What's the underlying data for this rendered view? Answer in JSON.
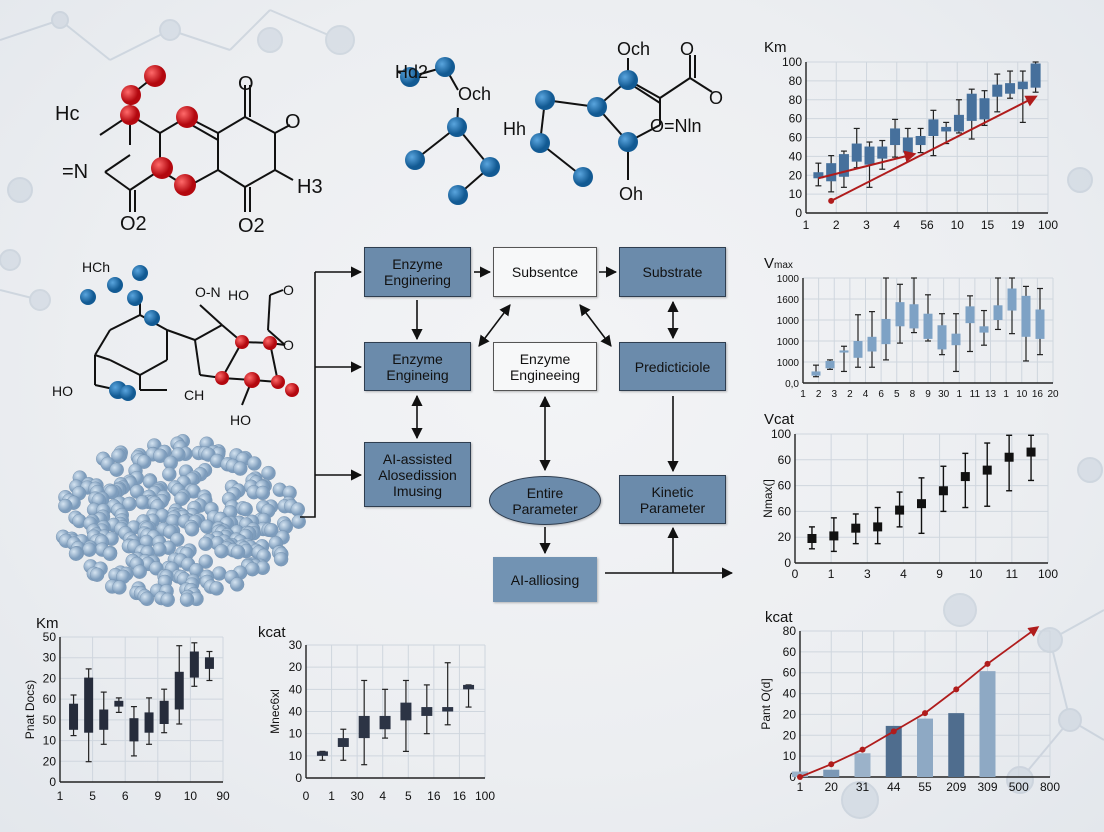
{
  "colors": {
    "dark_box": "#6b8bab",
    "light_box": "#f7f8f9",
    "atom_red": "#c8161c",
    "atom_blue": "#1f6aa5",
    "protein": "#9db8d2",
    "trend_red": "#b01c1c"
  },
  "molecules": {
    "m1": {
      "labels": [
        "Hc",
        "=N",
        "O2",
        "O",
        "O",
        "H3",
        "O2"
      ]
    },
    "m2": {
      "labels": [
        "Hd2",
        "Och"
      ]
    },
    "m3": {
      "labels": [
        "Och",
        "O",
        "O",
        "Hh",
        "O=Nln",
        "Oh"
      ]
    },
    "m4": {
      "labels": [
        "HCh",
        "O-N",
        "HO",
        "O",
        "O",
        "HO",
        "CH",
        "HO"
      ]
    }
  },
  "flowchart": {
    "b1": {
      "line1": "Enzyme",
      "line2": "Enginering"
    },
    "b2": {
      "line1": "Subsentce"
    },
    "b3": {
      "line1": "Substrate"
    },
    "b4": {
      "line1": "Enzyme",
      "line2": "Engineing"
    },
    "b5": {
      "line1": "Enzyme",
      "line2": "Engineeing"
    },
    "b6": {
      "line1": "Predicticiole"
    },
    "b7": {
      "line1": "AI-assisted",
      "line2": "Alosedission",
      "line3": "Imusing"
    },
    "b8": {
      "line1": "Entire",
      "line2": "Parameter"
    },
    "b9": {
      "line1": "Kinetic",
      "line2": "Parameter"
    },
    "b10": {
      "line1": "AI-alliosing"
    }
  },
  "chart_data": [
    {
      "id": "km_top",
      "type": "box",
      "title": "Km",
      "ylim": [
        0,
        100
      ],
      "yticks": [
        "0",
        "10",
        "20",
        "40",
        "60",
        "60",
        "80",
        "80",
        "100"
      ],
      "xticks": [
        "1",
        "2",
        "3",
        "4",
        "56",
        "10",
        "15",
        "19",
        "100"
      ],
      "color": "#46709c",
      "grid": true,
      "boxes": [
        [
          18,
          23,
          27,
          33
        ],
        [
          14,
          21,
          33,
          38
        ],
        [
          17,
          24,
          39,
          41
        ],
        [
          30,
          34,
          46,
          56
        ],
        [
          17,
          32,
          44,
          47
        ],
        [
          29,
          36,
          44,
          48
        ],
        [
          37,
          45,
          56,
          62
        ],
        [
          37,
          40,
          50,
          56
        ],
        [
          40,
          45,
          51,
          56
        ],
        [
          38,
          51,
          62,
          68
        ],
        [
          46,
          54,
          57,
          60
        ],
        [
          53,
          54,
          65,
          75
        ],
        [
          49,
          61,
          79,
          82
        ],
        [
          58,
          62,
          76,
          81
        ],
        [
          67,
          77,
          85,
          92
        ],
        [
          76,
          79,
          86,
          94
        ],
        [
          60,
          82,
          87,
          94
        ],
        [
          80,
          83,
          99,
          100
        ]
      ],
      "trends": [
        {
          "from": [
            0,
            23
          ],
          "to": [
            7.5,
            39
          ]
        },
        {
          "from": [
            1,
            8
          ],
          "to": [
            17,
            77
          ]
        }
      ]
    },
    {
      "id": "vmax",
      "type": "box",
      "title": "V",
      "title_sub": "max",
      "ylim": [
        0,
        100
      ],
      "yticks": [
        "0,0",
        "1000",
        "1000",
        "1000",
        "1600",
        "1000"
      ],
      "xticks": [
        "1",
        "2",
        "3",
        "2",
        "4",
        "6",
        "5",
        "8",
        "9",
        "30",
        "1",
        "11",
        "13",
        "1",
        "10",
        "16",
        "20"
      ],
      "color": "#7ea2c5",
      "grid": true,
      "boxes": [
        [
          6,
          7,
          11,
          17
        ],
        [
          13,
          14,
          21,
          22
        ],
        [
          11,
          29,
          31,
          35
        ],
        [
          15,
          24,
          40,
          65
        ],
        [
          15,
          30,
          44,
          68
        ],
        [
          22,
          37,
          61,
          100
        ],
        [
          38,
          54,
          77,
          94
        ],
        [
          48,
          52,
          75,
          100
        ],
        [
          40,
          42,
          66,
          84
        ],
        [
          27,
          32,
          55,
          66
        ],
        [
          11,
          36,
          47,
          66
        ],
        [
          30,
          57,
          73,
          83
        ],
        [
          36,
          48,
          54,
          69
        ],
        [
          51,
          60,
          74,
          100
        ],
        [
          47,
          69,
          90,
          100
        ],
        [
          21,
          44,
          83,
          92
        ],
        [
          27,
          42,
          70,
          90
        ]
      ]
    },
    {
      "id": "vcat",
      "type": "errorbar",
      "title": "Vcat",
      "ylabel": "Nmax(]",
      "ylim": [
        0,
        100
      ],
      "yticks": [
        "0",
        "20",
        "60",
        "60",
        "60",
        "100"
      ],
      "xticks": [
        "0",
        "1",
        "3",
        "4",
        "9",
        "10",
        "11",
        "100"
      ],
      "grid": true,
      "points": [
        [
          19,
          11,
          28
        ],
        [
          21,
          9,
          35
        ],
        [
          27,
          15,
          38
        ],
        [
          28,
          15,
          43
        ],
        [
          41,
          28,
          55
        ],
        [
          46,
          23,
          66
        ],
        [
          56,
          40,
          75
        ],
        [
          67,
          43,
          85
        ],
        [
          72,
          44,
          93
        ],
        [
          82,
          56,
          99
        ],
        [
          86,
          64,
          99
        ]
      ]
    },
    {
      "id": "kcat_r",
      "type": "bar_line",
      "title": "kcat",
      "ylabel": "Pant O(d]",
      "ylim": [
        0,
        80
      ],
      "yticks": [
        "0",
        "10",
        "20",
        "20",
        "40",
        "60",
        "60",
        "80"
      ],
      "xticks": [
        "1",
        "20",
        "31",
        "44",
        "55",
        "209",
        "309",
        "500",
        "800"
      ],
      "grid": true,
      "bars": [
        3,
        4,
        13,
        28,
        32,
        35,
        58
      ],
      "bar_colors": [
        "#9bb2c9",
        "#7b98b6",
        "#9bb2c9",
        "#4f6d8e",
        "#8ea9c4",
        "#4f6d8e",
        "#8ea9c4"
      ],
      "line": [
        0,
        7,
        15,
        25,
        35,
        48,
        62,
        82
      ]
    },
    {
      "id": "km_bl",
      "type": "box",
      "title": "Km",
      "ylabel": "Pnat Docs)",
      "ylim": [
        0,
        50
      ],
      "yticks": [
        "0",
        "20",
        "10",
        "50",
        "60",
        "20",
        "30",
        "50"
      ],
      "xticks": [
        "1",
        "5",
        "6",
        "9",
        "10",
        "90"
      ],
      "color": "#262c3b",
      "grid": true,
      "boxes": [
        [
          16,
          18,
          27,
          30
        ],
        [
          7,
          17,
          36,
          39
        ],
        [
          13,
          18,
          25,
          31
        ],
        [
          24,
          26,
          28,
          29
        ],
        [
          9,
          14,
          22,
          26
        ],
        [
          13,
          17,
          24,
          29
        ],
        [
          17,
          20,
          28,
          32
        ],
        [
          20,
          25,
          38,
          47
        ],
        [
          33,
          36,
          45,
          48
        ],
        [
          35,
          39,
          43,
          45
        ]
      ]
    },
    {
      "id": "kcat_m",
      "type": "box",
      "title": "kcat",
      "ylabel": "Mnec6xl",
      "ylim": [
        0,
        30
      ],
      "yticks": [
        "0",
        "10",
        "10",
        "40",
        "40",
        "20",
        "30"
      ],
      "xticks": [
        "0",
        "1",
        "30",
        "4",
        "5",
        "16",
        "16",
        "100"
      ],
      "color": "#2c3445",
      "grid": true,
      "boxes": [
        [
          4,
          5,
          6,
          6
        ],
        [
          4,
          7,
          9,
          11
        ],
        [
          3,
          9,
          14,
          22
        ],
        [
          9,
          11,
          14,
          20
        ],
        [
          6,
          13,
          17,
          22
        ],
        [
          10,
          14,
          16,
          21
        ],
        [
          12,
          15,
          16,
          26
        ],
        [
          16,
          20,
          21,
          21
        ]
      ]
    }
  ]
}
